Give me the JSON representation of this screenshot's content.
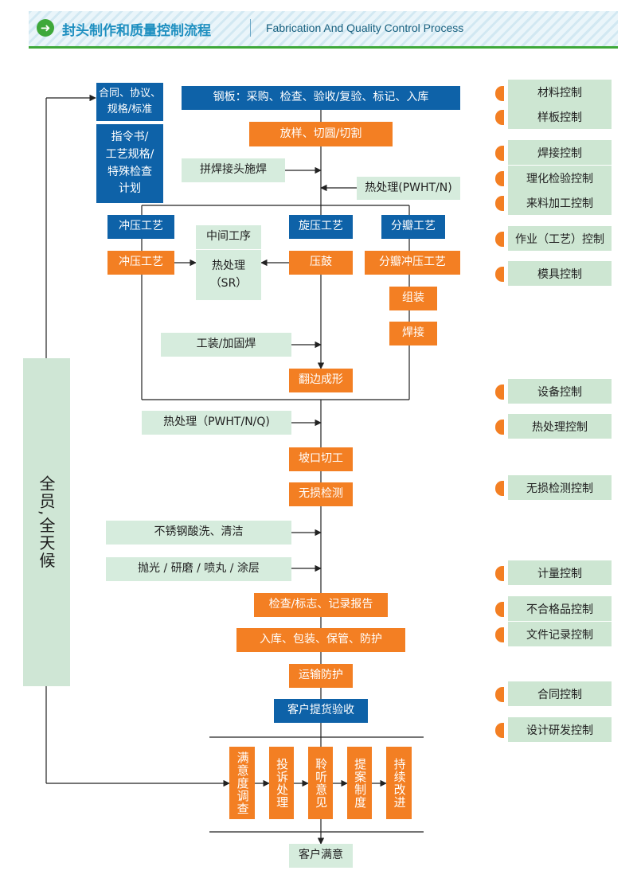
{
  "header": {
    "icon": "arrow-right-icon",
    "title_cn": "封头制作和质量控制流程",
    "title_en": "Fabrication And Quality Control Process"
  },
  "docs": {
    "contract": "合同、协议、\n规格/标准",
    "instruction": "指令书/\n工艺规格/\n特殊检查\n计划"
  },
  "flow": {
    "steel": "钢板：采购、检查、验收/复验、标记、入库",
    "layout_cut": "放样、切圆/切割",
    "splice_weld": "拼焊接头施焊",
    "heat_pwht": "热处理(PWHT/N)",
    "press_process": "冲压工艺",
    "middle_process": "中间工序",
    "spin_process": "旋压工艺",
    "petal_process": "分瓣工艺",
    "press_op": "冲压工艺",
    "heat_sr": "热处理\n（SR）",
    "bulge": "压鼓",
    "petal_press": "分瓣冲压工艺",
    "assemble": "组装",
    "welding": "焊接",
    "fixture_weld": "工装/加固焊",
    "flanging": "翻边成形",
    "heat_pwht_nq": "热处理（PWHT/N/Q)",
    "bevel": "坡口切工",
    "ndt": "无损检测",
    "pickling": "不锈钢酸洗、清洁",
    "polish": "抛光 / 研磨 / 喷丸 / 涂层",
    "inspect_mark": "检查/标志、记录报告",
    "storage": "入库、包装、保管、防护",
    "transport": "运输防护",
    "acceptance": "客户提货验收",
    "satisfaction": "客户满意"
  },
  "feedback": [
    "满意度调查",
    "投诉处理",
    "聆听意见",
    "提案制度",
    "持续改进"
  ],
  "left_label": "全员,全天候",
  "controls": [
    "材料控制",
    "样板控制",
    "焊接控制",
    "理化检验控制",
    "来料加工控制",
    "作业（工艺）控制",
    "模具控制",
    "设备控制",
    "热处理控制",
    "无损检测控制",
    "计量控制",
    "不合格品控制",
    "文件记录控制",
    "合同控制",
    "设计研发控制"
  ],
  "colors": {
    "blue": "#0e62a8",
    "orange": "#f37f23",
    "green": "#d6ecdd",
    "control_green": "#cde6d2",
    "header_green": "#3ea83a",
    "line": "#222222"
  }
}
